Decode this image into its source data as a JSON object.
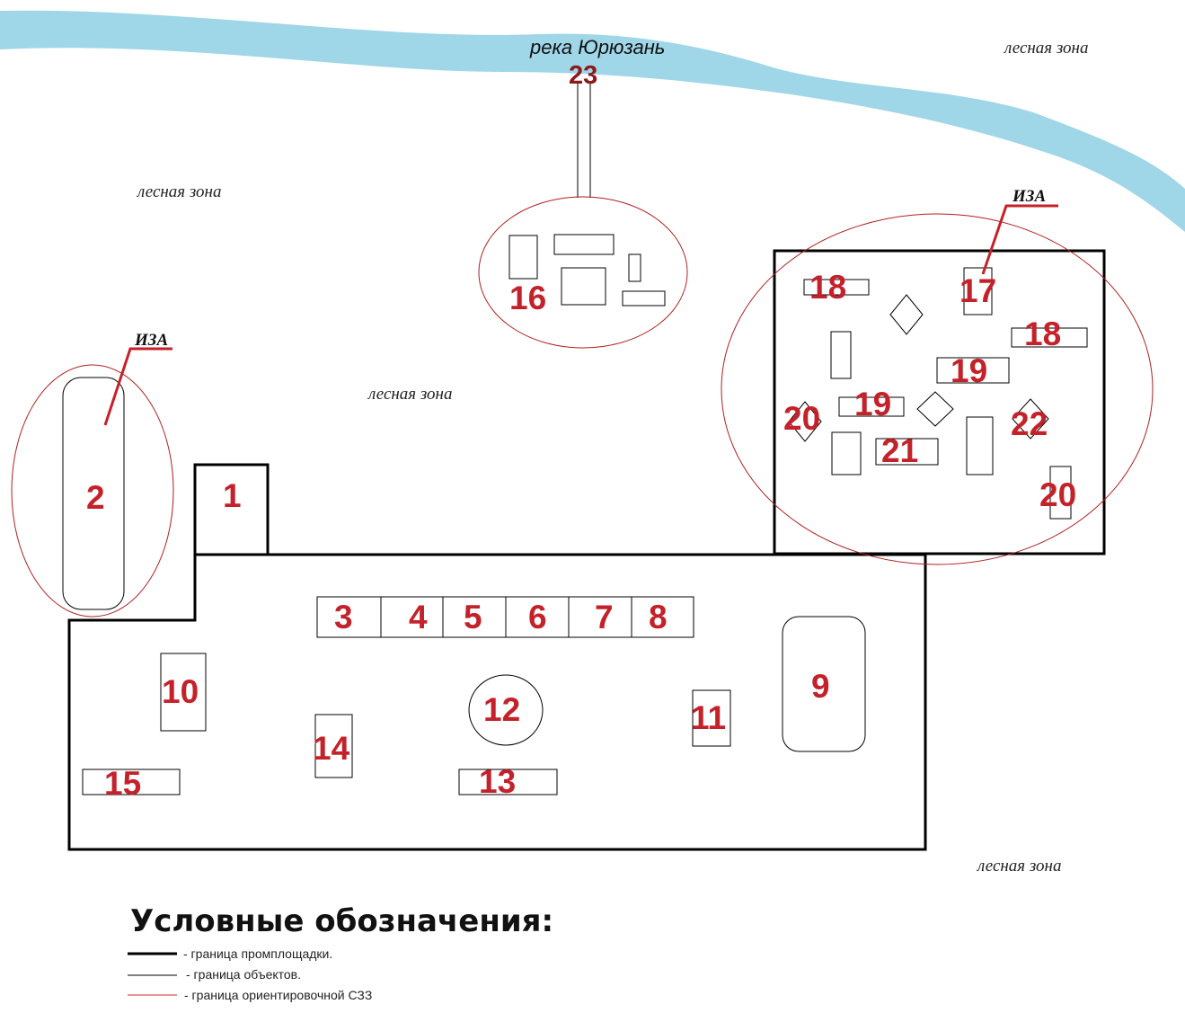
{
  "river": {
    "label": "река Юрюзань",
    "color": "#9fd6e8"
  },
  "forest_zones": [
    "лесная зона",
    "лесная зона",
    "лесная зона",
    "лесная зона"
  ],
  "iza_labels": [
    "ИЗА",
    "ИЗА"
  ],
  "numbers": {
    "n1": "1",
    "n2": "2",
    "n3": "3",
    "n4": "4",
    "n5": "5",
    "n6": "6",
    "n7": "7",
    "n8": "8",
    "n9": "9",
    "n10": "10",
    "n11": "11",
    "n12": "12",
    "n13": "13",
    "n14": "14",
    "n15": "15",
    "n16": "16",
    "n17": "17",
    "n18a": "18",
    "n18b": "18",
    "n19a": "19",
    "n19b": "19",
    "n20a": "20",
    "n20b": "20",
    "n21": "21",
    "n22": "22",
    "n23": "23"
  },
  "legend": {
    "title": "Условные обозначения:",
    "items": [
      {
        "text": "- граница промплощадки.",
        "color": "#000000"
      },
      {
        "text": "- граница объектов.",
        "color": "#000000"
      },
      {
        "text": "- граница ориентировочной СЗЗ",
        "color": "#cc2a2a"
      }
    ]
  },
  "colors": {
    "number": "#c4222a",
    "szz": "#b02020"
  }
}
